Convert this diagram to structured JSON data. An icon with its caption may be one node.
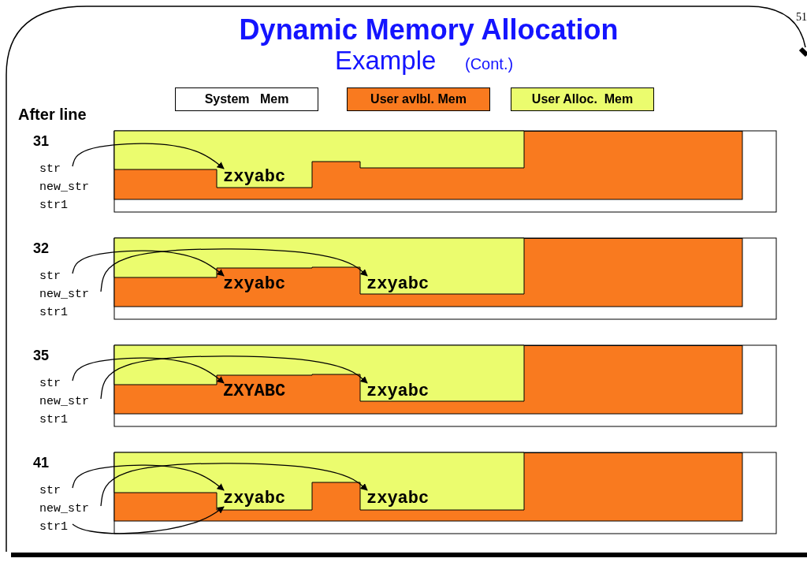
{
  "diagram": {
    "title": "Dynamic Memory Allocation",
    "nodes": [
      {
        "text": [
          "str"
        ]
      },
      {
        "text": [
          "zxyabc"
        ]
      },
      {
        "text": [
          "str"
        ]
      },
      {
        "text": [
          "new_str"
        ]
      },
      {
        "text": [
          "zxyabc"
        ]
      },
      {
        "text": [
          "zxyabc"
        ]
      },
      {
        "text": [
          "str"
        ]
      },
      {
        "text": [
          "new_str"
        ]
      },
      {
        "text": [
          "ZXYABC"
        ]
      },
      {
        "text": [
          "zxyabc"
        ]
      },
      {
        "text": [
          "str"
        ]
      },
      {
        "text": [
          "new_str"
        ]
      },
      {
        "text": [
          "str1"
        ]
      },
      {
        "text": [
          "zxyabc"
        ]
      },
      {
        "text": [
          "zxyabc"
        ]
      }
    ],
    "edges": [
      {
        "from": 0,
        "to": 1,
        "arrow": "to"
      },
      {
        "from": 2,
        "to": 4,
        "arrow": "to"
      },
      {
        "from": 3,
        "to": 5,
        "arrow": "to"
      },
      {
        "from": 6,
        "to": 8,
        "arrow": "to"
      },
      {
        "from": 7,
        "to": 9,
        "arrow": "to"
      },
      {
        "from": 10,
        "to": 13,
        "arrow": "to"
      },
      {
        "from": 11,
        "to": 14,
        "arrow": "to"
      },
      {
        "from": 12,
        "to": 13,
        "arrow": "to"
      }
    ],
    "labels": [
      "Example",
      "(Cont.)",
      "51",
      "After line",
      "31",
      "new_str",
      "str1",
      "32",
      "str1",
      "35",
      "str1",
      "41"
    ],
    "legend": [
      {
        "text": "System   Mem",
        "color": "#ffffff"
      },
      {
        "text": "User avlbl. Mem",
        "color": "#f97a1f"
      },
      {
        "text": "User Alloc.  Mem",
        "color": "#ebfc6e"
      }
    ]
  }
}
